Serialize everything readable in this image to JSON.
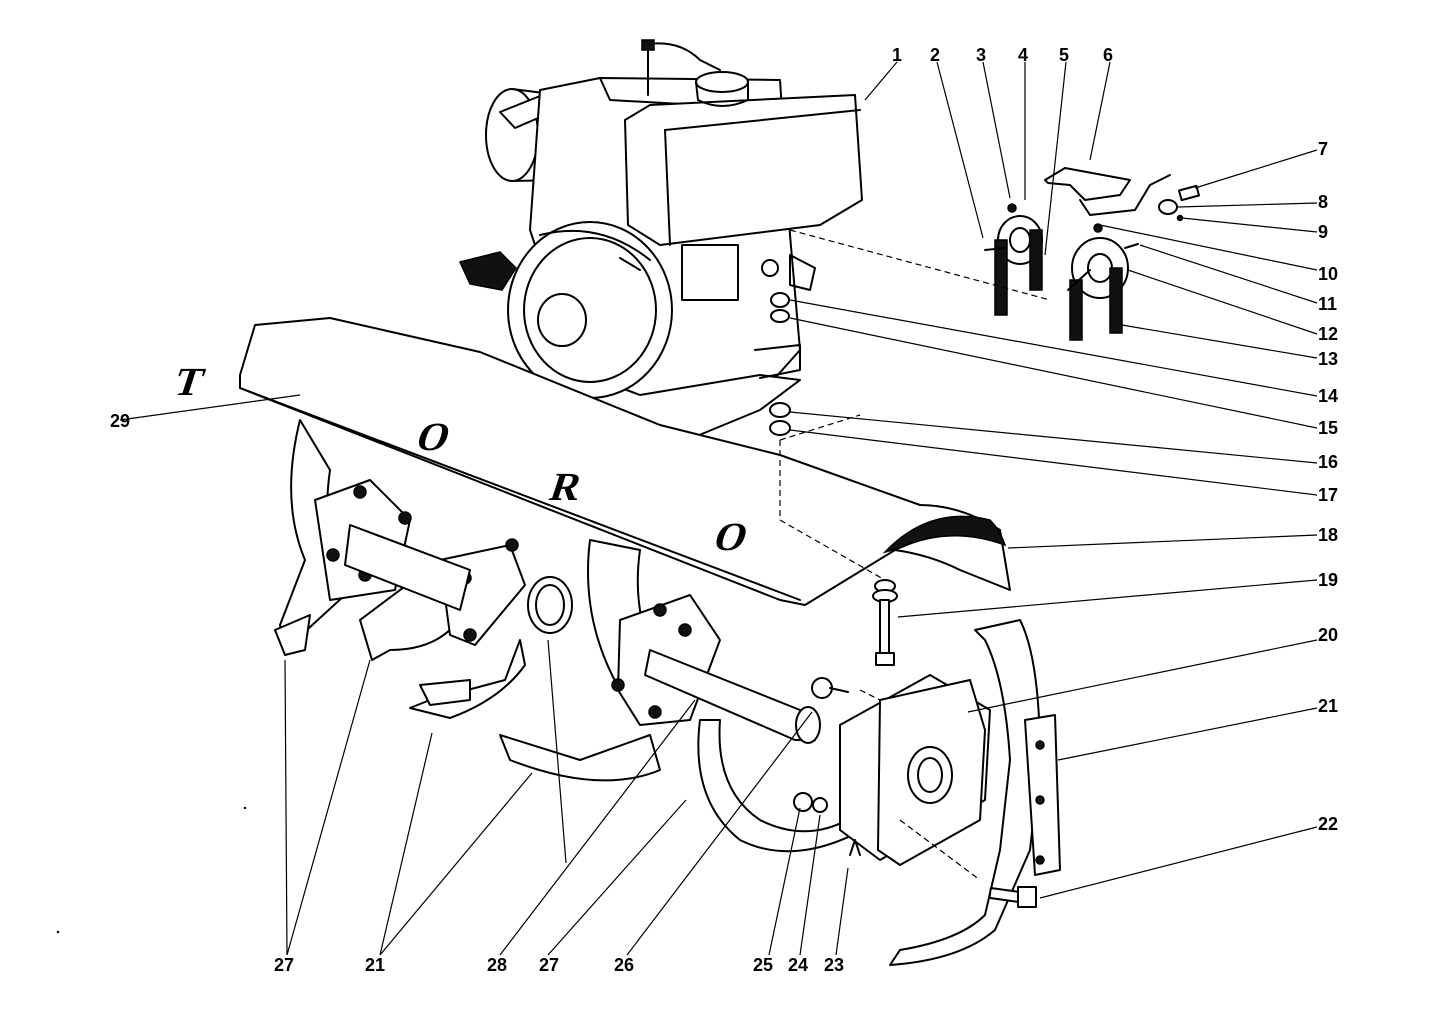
{
  "brand_letters": [
    "T",
    "O",
    "R",
    "O"
  ],
  "callouts": {
    "c1": "1",
    "c2": "2",
    "c3": "3",
    "c4": "4",
    "c5": "5",
    "c6": "6",
    "c7": "7",
    "c8": "8",
    "c9": "9",
    "c10": "10",
    "c11": "11",
    "c12": "12",
    "c13": "13",
    "c14": "14",
    "c15": "15",
    "c16": "16",
    "c17": "17",
    "c18": "18",
    "c19": "19",
    "c20": "20",
    "c21r": "21",
    "c22": "22",
    "c23": "23",
    "c24": "24",
    "c25": "25",
    "c26": "26",
    "c27b": "27",
    "c28": "28",
    "c21b": "21",
    "c27a": "27",
    "c29": "29"
  }
}
